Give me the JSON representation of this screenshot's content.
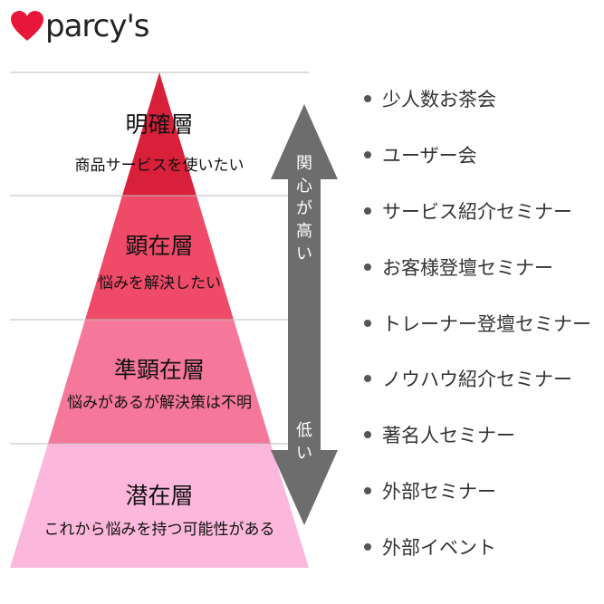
{
  "logo": {
    "text": "parcy's",
    "icon": "heart-icon",
    "color": "#e8163a"
  },
  "levels": [
    {
      "title": "明確層",
      "subtitle": "商品サービスを使いたい",
      "color": "#d8203a"
    },
    {
      "title": "顕在層",
      "subtitle": "悩みを解決したい",
      "color": "#ef4a68"
    },
    {
      "title": "準顕在層",
      "subtitle": "悩みがあるが解決策は不明",
      "color": "#f5779a"
    },
    {
      "title": "潜在層",
      "subtitle": "これから悩みを持つ可能性がある",
      "color": "#fbb8dc"
    }
  ],
  "arrow": {
    "top_chars": [
      "関",
      "心",
      "が",
      "高",
      "い"
    ],
    "bottom_chars": [
      "低",
      "い"
    ],
    "color": "#6d6d6d"
  },
  "list": {
    "items": [
      "少人数お茶会",
      "ユーザー会",
      "サービス紹介セミナー",
      "お客様登壇セミナー",
      "トレーナー登壇セミナー",
      "ノウハウ紹介セミナー",
      "著名人セミナー",
      "外部セミナー",
      "外部イベント"
    ]
  }
}
